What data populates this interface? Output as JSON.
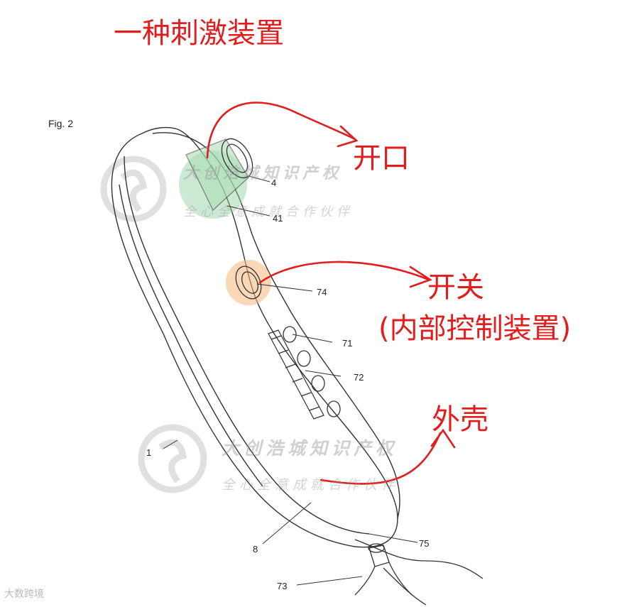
{
  "title": "一种刺激装置",
  "figure_label": "Fig. 2",
  "annotations": {
    "opening": "开口",
    "switch": "开关",
    "internal_control": "(内部控制装置)",
    "shell": "外壳"
  },
  "reference_numerals": {
    "r4": "4",
    "r41": "41",
    "r74": "74",
    "r71": "71",
    "r72": "72",
    "r1": "1",
    "r8": "8",
    "r75": "75",
    "r73": "73"
  },
  "watermark": {
    "company": "大创浩城知识产权",
    "slogan": "全心全意成就合作伙伴",
    "corner": "大数跨境"
  },
  "colors": {
    "annotation_red": "#e11d1d",
    "opening_highlight": "#8fd19e",
    "switch_highlight": "#f5b77a",
    "line_art": "#333333",
    "watermark_gray": "#9a9a9a"
  }
}
